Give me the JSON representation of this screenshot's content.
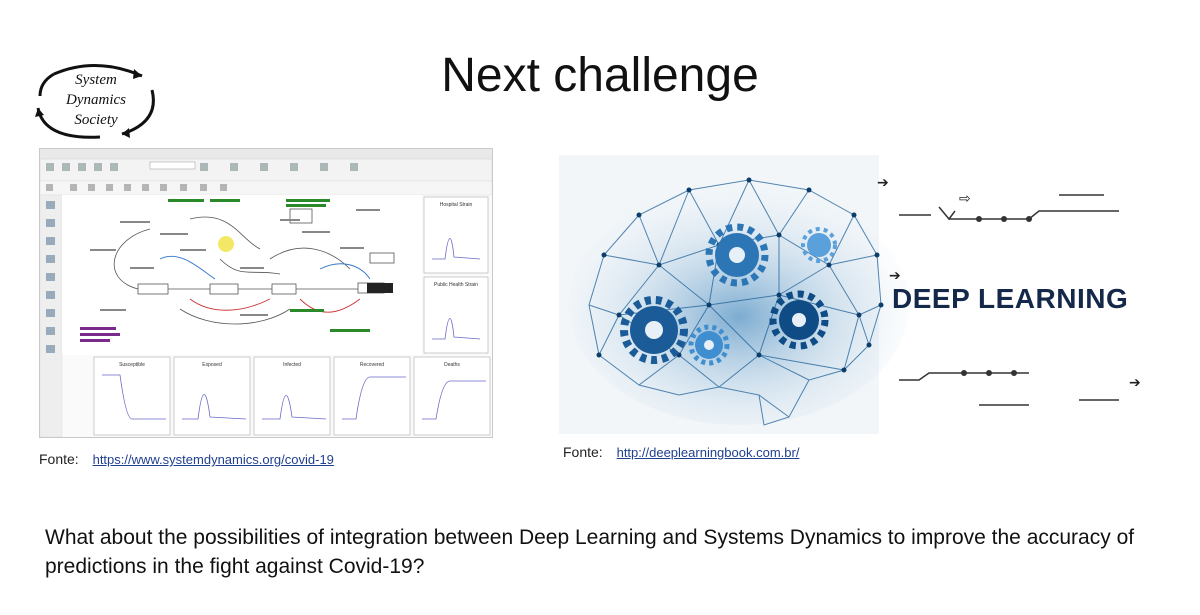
{
  "slide": {
    "title": "Next challenge",
    "question": "What about the possibilities of integration between Deep Learning and Systems Dynamics to improve the accuracy of predictions in the fight against Covid-19?"
  },
  "logo": {
    "line1": "System",
    "line2": "Dynamics",
    "line3": "Society"
  },
  "left_source": {
    "label": "Fonte:",
    "url": "https://www.systemdynamics.org/covid-19"
  },
  "right_source": {
    "label": "Fonte:",
    "url": "http://deeplearningbook.com.br/"
  },
  "deep_learning_image": {
    "text": "DEEP LEARNING"
  },
  "sd_screenshot": {
    "graph_titles": [
      "Hospital Strain",
      "Public Health Strain",
      "Susceptible",
      "Exposed",
      "Infected",
      "Recovered",
      "Deaths"
    ]
  },
  "colors": {
    "title": "#111111",
    "link": "#1f3f8f",
    "dl_text": "#14284a",
    "brain_blue": "#1b6fb0"
  }
}
